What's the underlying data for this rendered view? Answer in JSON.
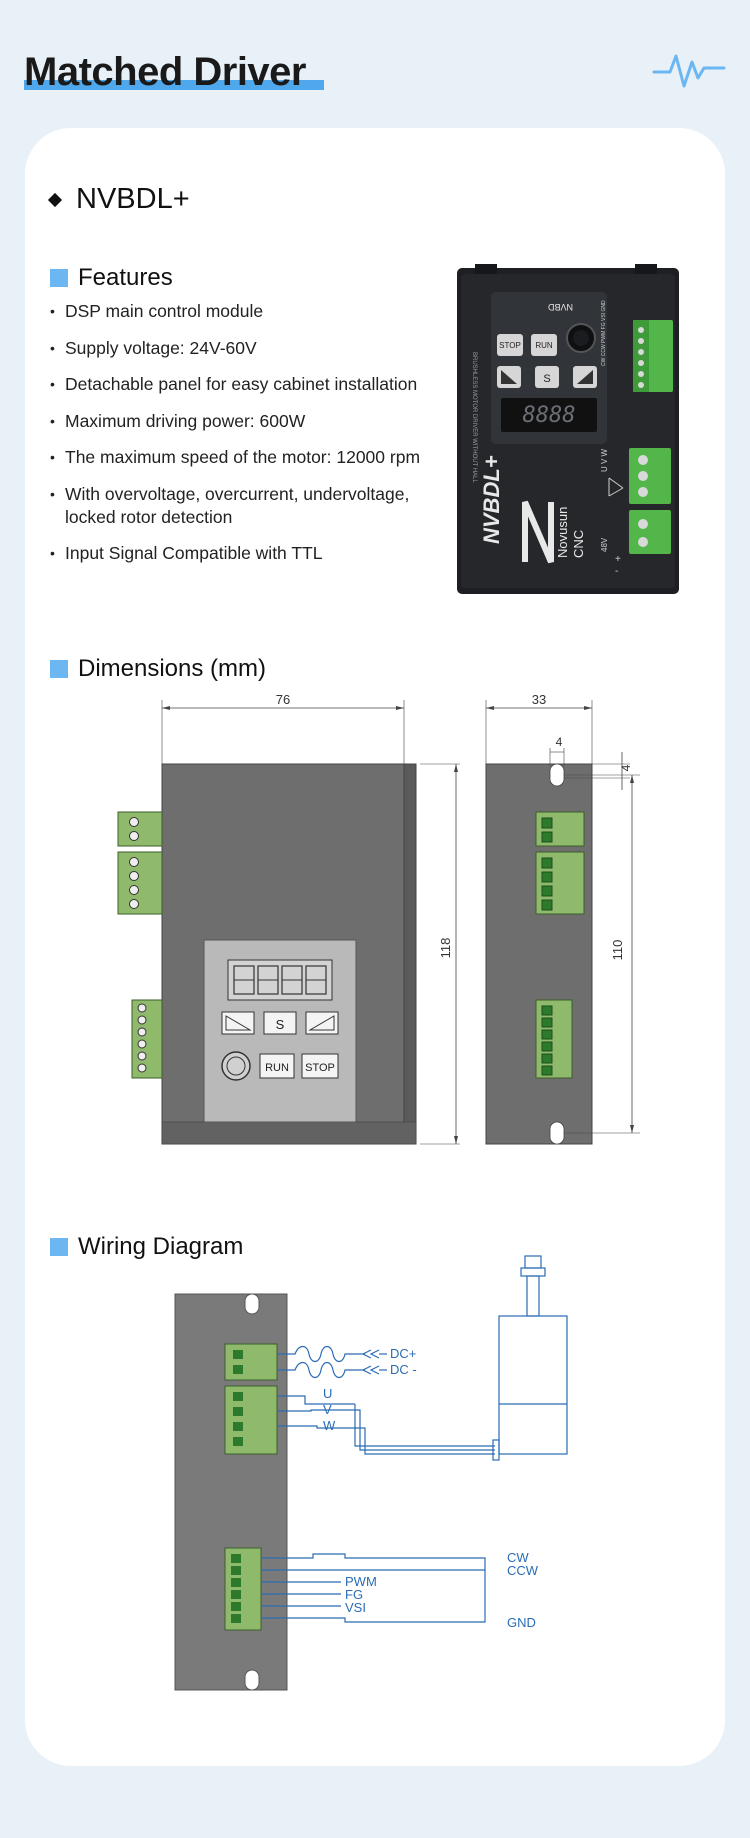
{
  "header": {
    "title": "Matched Driver",
    "icon": "pulse-wave-icon"
  },
  "product": {
    "name": "NVBDL+"
  },
  "features": {
    "title": "Features",
    "items": [
      "DSP main control module",
      "Supply voltage: 24V-60V",
      "Detachable panel for easy cabinet installation",
      "Maximum driving power: 600W",
      "The maximum speed of the motor: 12000 rpm",
      "With overvoltage, overcurrent, undervoltage, locked rotor detection",
      "Input Signal Compatible with TTL"
    ]
  },
  "photo": {
    "brand_line1": "Novusun",
    "brand_line2": "CNC",
    "model_label": "NVBDL+",
    "panel_label": "NVBD",
    "side_text": "BRUSHLESS MOTOR DRIVER WITHOUT HALL",
    "stop_label": "STOP",
    "run_label": "RUN",
    "s_label": "S",
    "display_digits": "8888",
    "signal_pins": "CW CCW PWM FG VSI GND",
    "motor_pins": "U V W",
    "voltage_label": "48V",
    "plus_label": "+",
    "minus_label": "-"
  },
  "dimensions": {
    "title": "Dimensions (mm)",
    "width": "76",
    "depth": "33",
    "slot_width": "4",
    "slot_height": "4",
    "height": "118",
    "mount_height": "110",
    "s_label": "S",
    "run_label": "RUN",
    "stop_label": "STOP"
  },
  "wiring": {
    "title": "Wiring Diagram",
    "labels": {
      "dc_plus": "DC+",
      "dc_minus": "DC -",
      "u": "U",
      "v": "V",
      "w": "W",
      "cw": "CW",
      "ccw": "CCW",
      "pwm": "PWM",
      "fg": "FG",
      "vsi": "VSI",
      "gnd": "GND"
    }
  },
  "colors": {
    "accent": "#4fa8ec",
    "section_square": "#6cb6f2",
    "wire": "#2b6cb5",
    "terminal_green": "#7aaa5c",
    "driver_gray": "#7a7a7a"
  }
}
